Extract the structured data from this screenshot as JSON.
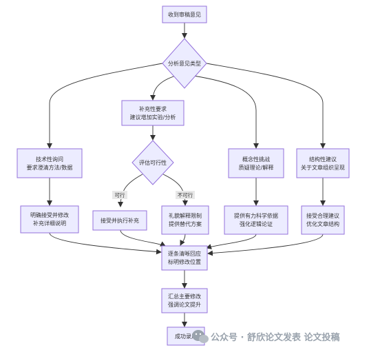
{
  "nodes": {
    "received": {
      "lines": [
        "收到审稿意见"
      ]
    },
    "analyze": {
      "lines": [
        "分析意见类型"
      ]
    },
    "supplement": {
      "lines": [
        "补充性要求",
        "建议增加实验/分析"
      ]
    },
    "technical": {
      "lines": [
        "技术性询问",
        "要求澄清方法/数据"
      ]
    },
    "assess": {
      "lines": [
        "评估可行性"
      ]
    },
    "conceptual": {
      "lines": [
        "概念性挑战",
        "质疑理论/解释"
      ]
    },
    "structural": {
      "lines": [
        "结构性建议",
        "关于文章组织呈现"
      ]
    },
    "clarify": {
      "lines": [
        "明确接受并修改",
        "补充详细说明"
      ]
    },
    "accept_exec": {
      "lines": [
        "接受并执行补充"
      ]
    },
    "polite": {
      "lines": [
        "礼貌解释限制",
        "提供替代方案"
      ]
    },
    "evidence": {
      "lines": [
        "提供有力科学依据",
        "强化逻辑论证"
      ]
    },
    "optimize": {
      "lines": [
        "接受合理建议",
        "优化文章结构"
      ]
    },
    "respond": {
      "lines": [
        "逐条清晰回应",
        "标明修改位置"
      ]
    },
    "summary": {
      "lines": [
        "汇总主要修改",
        "强调论文提升"
      ]
    },
    "success": {
      "lines": [
        "成功录用"
      ]
    }
  },
  "edge_labels": {
    "feasible": "可行",
    "infeasible": "不可行"
  },
  "watermark": {
    "text": "公众号 · 舒欣论文发表 论文投稿"
  }
}
